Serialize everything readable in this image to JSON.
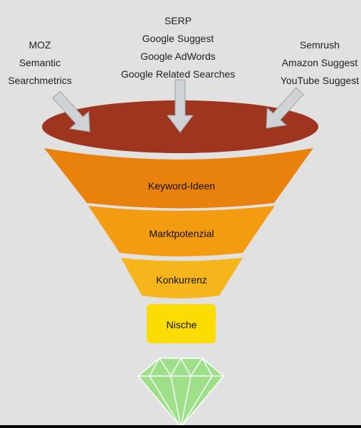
{
  "sources": {
    "left": [
      "MOZ",
      "Semantic",
      "Searchmetrics"
    ],
    "center": [
      "SERP",
      "Google Suggest",
      "Google AdWords",
      "Google Related Searches"
    ],
    "right": [
      "Semrush",
      "Amazon Suggest",
      "YouTube Suggest"
    ]
  },
  "stages": [
    {
      "label": "Keyword-Ideen",
      "color": "#e8820c"
    },
    {
      "label": "Marktpotenzial",
      "color": "#f39c12"
    },
    {
      "label": "Konkurrenz",
      "color": "#f7b51c"
    },
    {
      "label": "Nische",
      "color": "#fbdc03"
    }
  ],
  "colors": {
    "funnel_rim": "#a0351f",
    "diamond": "#9ee08a",
    "arrow": "#cfd3d6"
  },
  "icons": {
    "result": "diamond-icon",
    "arrows": "arrow-down-icon"
  }
}
